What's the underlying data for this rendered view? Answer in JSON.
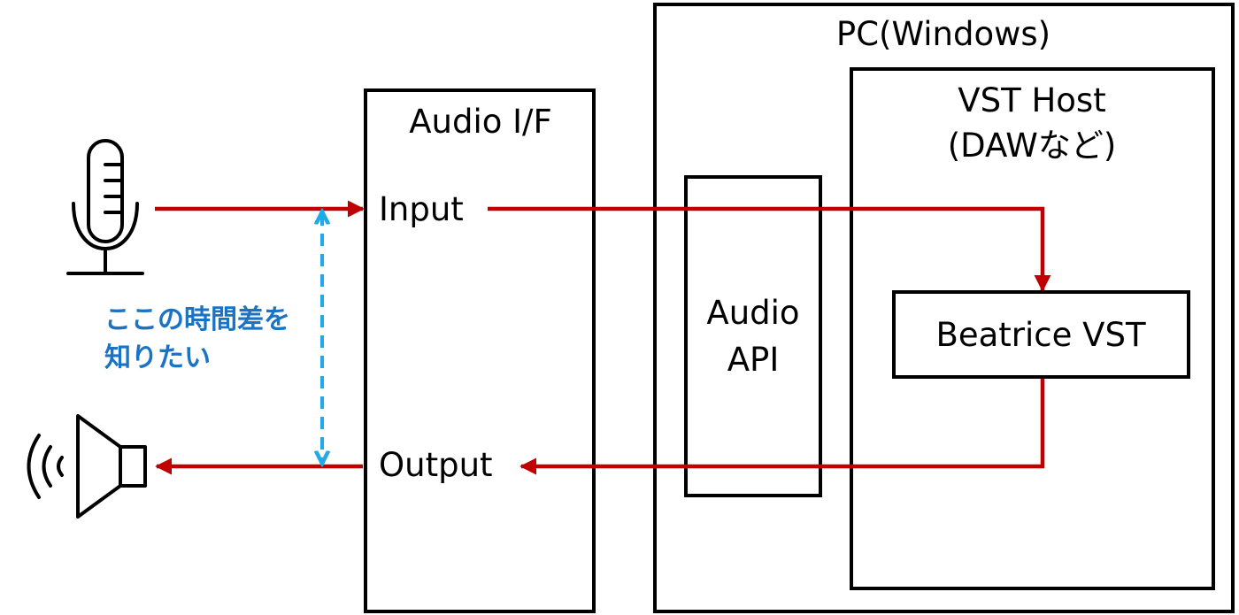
{
  "colors": {
    "signal": "#c00000",
    "latency": "#21a9e8",
    "note": "#1a73c4",
    "stroke": "#000000"
  },
  "boxes": {
    "audio_if": {
      "title": "Audio I/F",
      "input": "Input",
      "output": "Output"
    },
    "pc": {
      "title": "PC(Windows)"
    },
    "audio_api": {
      "line1": "Audio",
      "line2": "API"
    },
    "vst_host": {
      "line1": "VST Host",
      "line2": "(DAWなど)"
    },
    "beatrice": {
      "label": "Beatrice VST"
    }
  },
  "note": {
    "line1": "ここの時間差を",
    "line2": "知りたい"
  },
  "icons": {
    "source": "microphone-icon",
    "sink": "speaker-icon"
  }
}
